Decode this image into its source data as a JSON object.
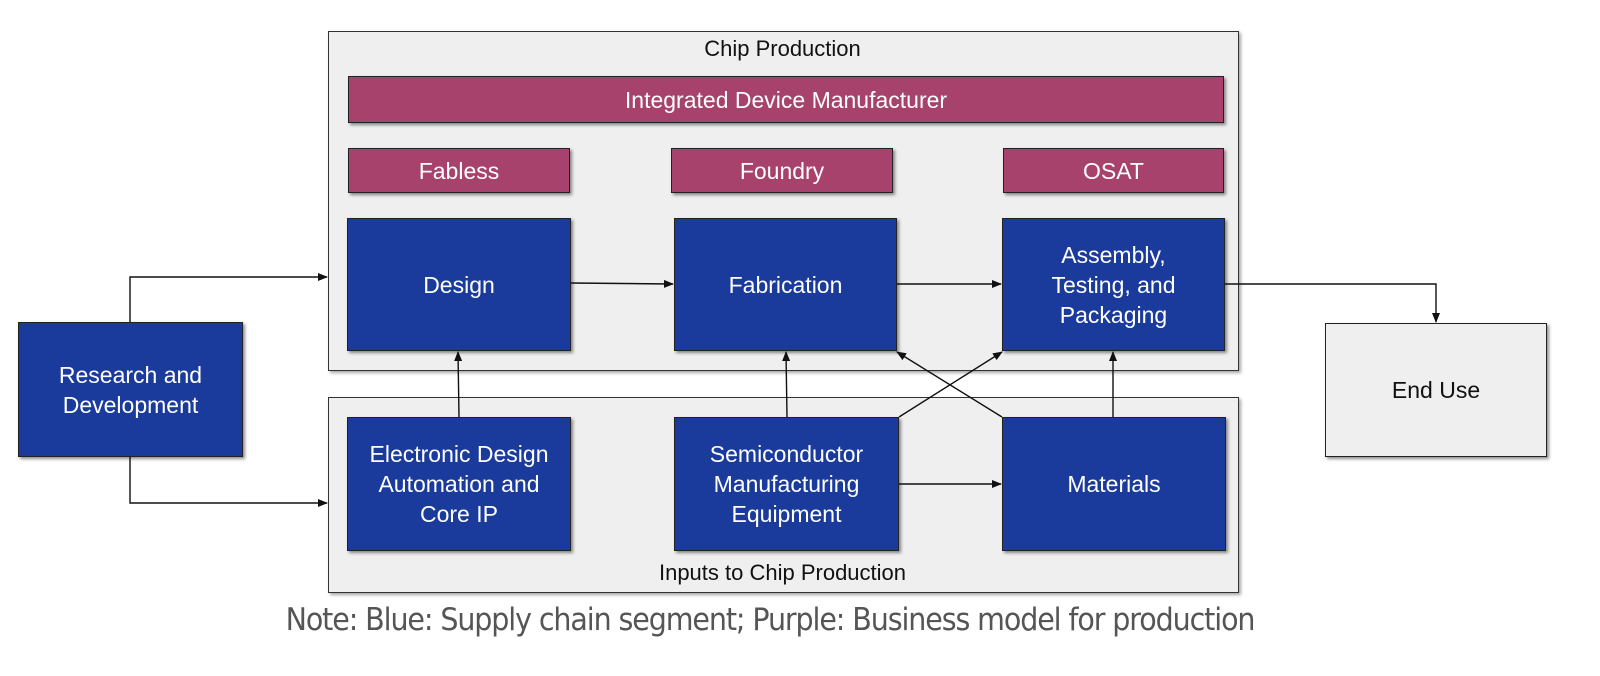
{
  "groups": {
    "chip_production": "Chip Production",
    "inputs": "Inputs to Chip Production"
  },
  "business_models": {
    "idm": "Integrated Device Manufacturer",
    "fabless": "Fabless",
    "foundry": "Foundry",
    "osat": "OSAT"
  },
  "segments": {
    "rnd": "Research and Development",
    "design": "Design",
    "fabrication": "Fabrication",
    "atp": "Assembly, Testing, and Packaging",
    "eda": "Electronic Design Automation and Core IP",
    "sme": "Semiconductor Manufacturing Equipment",
    "materials": "Materials",
    "end_use": "End Use"
  },
  "colors": {
    "supply_chain_segment": "#1a3b9c",
    "business_model": "#a6426b",
    "group_frame": "#efefef"
  },
  "edges": [
    {
      "from": "rnd",
      "to": "design"
    },
    {
      "from": "rnd",
      "to": "eda"
    },
    {
      "from": "design",
      "to": "fabrication"
    },
    {
      "from": "fabrication",
      "to": "atp"
    },
    {
      "from": "atp",
      "to": "end_use"
    },
    {
      "from": "eda",
      "to": "design"
    },
    {
      "from": "sme",
      "to": "fabrication"
    },
    {
      "from": "sme",
      "to": "atp"
    },
    {
      "from": "sme",
      "to": "materials"
    },
    {
      "from": "materials",
      "to": "fabrication"
    },
    {
      "from": "materials",
      "to": "atp"
    }
  ],
  "note": "Note: Blue: Supply chain segment; Purple: Business model for production"
}
